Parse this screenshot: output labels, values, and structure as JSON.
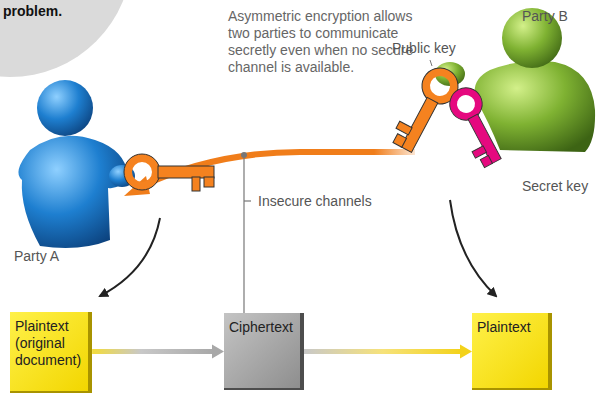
{
  "diagram": {
    "nodes": [
      {
        "text": [
          "Plaintext (original document)"
        ]
      },
      {
        "text": [
          "Ciphertext"
        ]
      },
      {
        "text": [
          "Plaintext"
        ]
      }
    ],
    "edges": [
      {
        "from": 0,
        "to": 1,
        "arrow": "to"
      },
      {
        "from": 1,
        "to": 2,
        "arrow": "to"
      }
    ],
    "labels": [
      "problem.",
      "Asymmetric encryption allows two parties to communicate secretly even when no secure channel is available.",
      "Party B",
      "Public key",
      "Secret key",
      "Insecure channels",
      "Party A"
    ]
  }
}
